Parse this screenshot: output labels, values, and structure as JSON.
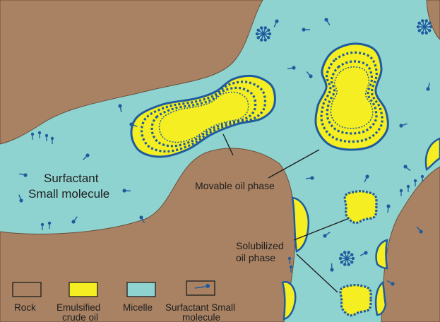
{
  "diagram": {
    "labels": {
      "surfactant_line1": "Surfactant",
      "surfactant_line2": "Small molecule",
      "movable_oil": "Movable oil phase",
      "solubilized_line1": "Solubilized",
      "solubilized_line2": "oil phase"
    },
    "legend": [
      {
        "label_line1": "Rock",
        "label_line2": "",
        "swatch": "rock"
      },
      {
        "label_line1": "Emulsified",
        "label_line2": "crude oil",
        "swatch": "oil"
      },
      {
        "label_line1": "Micelle",
        "label_line2": "",
        "swatch": "micelle"
      },
      {
        "label_line1": "Surfactant Small",
        "label_line2": "molecule",
        "swatch": "surfactant"
      }
    ],
    "colors": {
      "water": "#8fd3d0",
      "rock": "#a98263",
      "oil": "#f4ee22",
      "surfactant": "#1f5b9e",
      "line": "#1e1e1e"
    }
  }
}
